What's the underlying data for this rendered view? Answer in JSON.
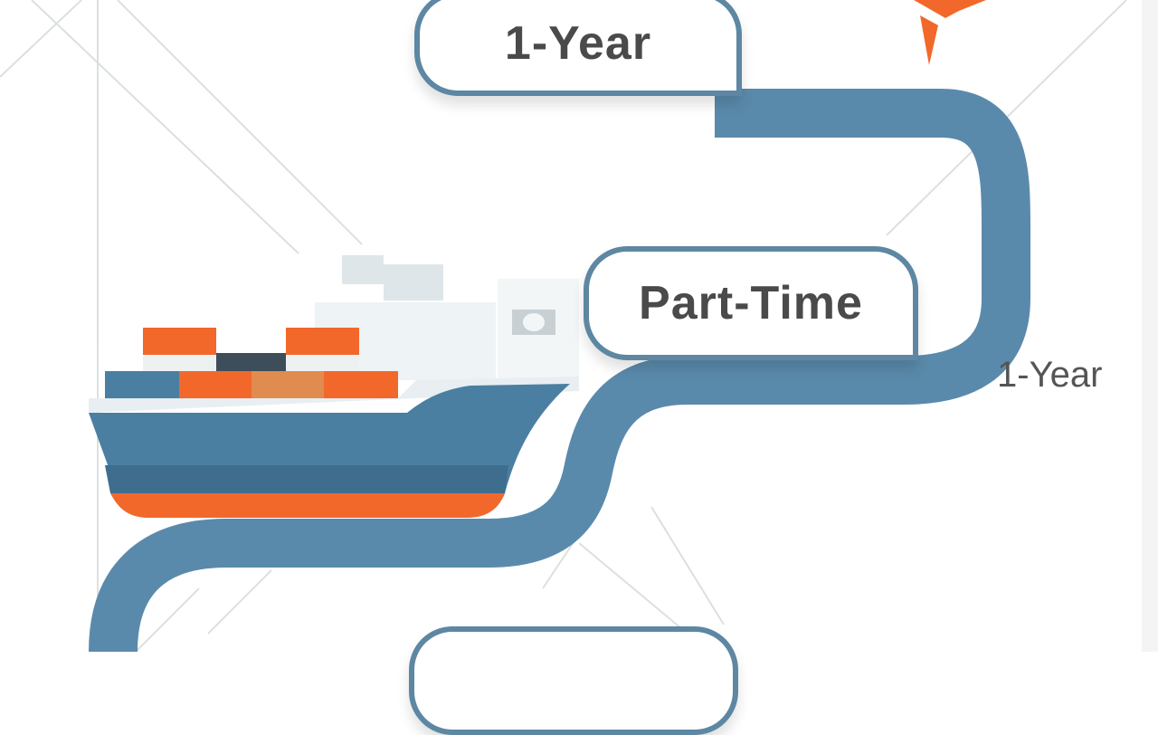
{
  "diagram": {
    "type": "roadmap-timeline",
    "colors": {
      "road": "#5a8aab",
      "road_dark": "#4e7c9b",
      "bubble_border": "#5d87a2",
      "text": "#4a4a4a",
      "accent_orange": "#f2682a",
      "hull_blue": "#4a7fa2",
      "hull_dark": "#3e6d8e",
      "container_dark": "#3e4d5a",
      "container_tan": "#e08b4f",
      "superstructure": "#eef3f5"
    },
    "milestones": [
      {
        "label": "1-Year"
      },
      {
        "label": "Part-Time"
      },
      {
        "label": ""
      }
    ],
    "side_label": "1-Year",
    "illustrations": {
      "ship": "cargo-ship",
      "marker": "orange-location-marker"
    }
  }
}
